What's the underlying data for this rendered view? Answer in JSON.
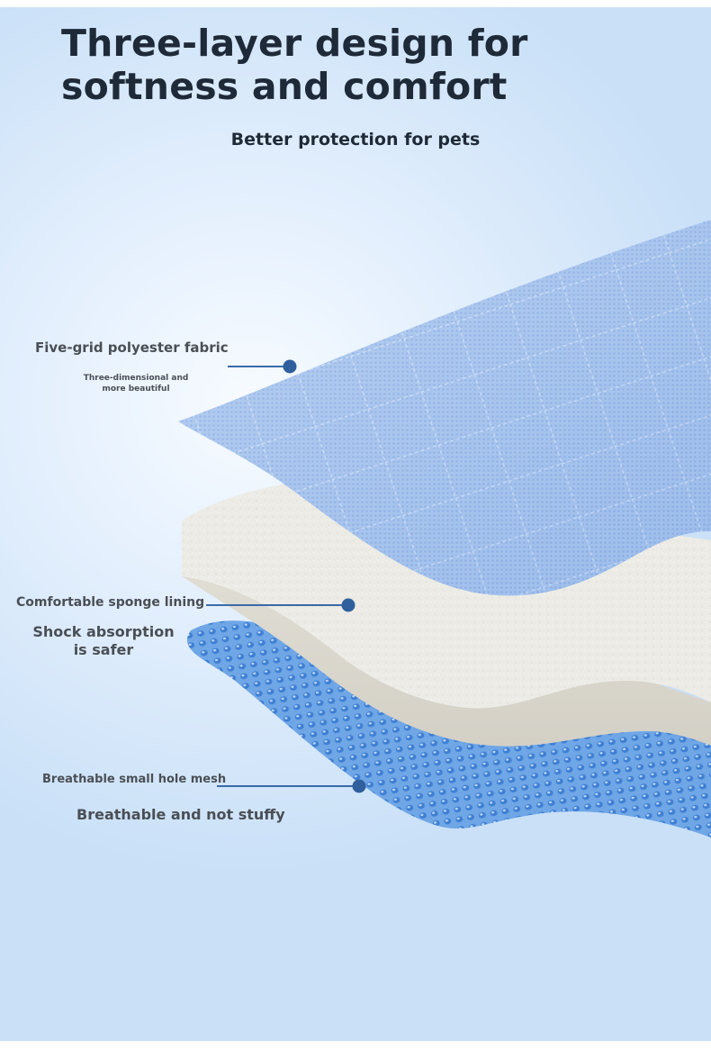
{
  "header": {
    "title": "Three-layer design for softness and comfort",
    "subtitle": "Better protection for pets"
  },
  "layers": [
    {
      "name": "Five-grid polyester fabric",
      "description": "Three-dimensional and more beautiful"
    },
    {
      "name": "Comfortable sponge lining",
      "description": "Shock absorption is safer"
    },
    {
      "name": "Breathable small hole mesh",
      "description": "Breathable and not stuffy"
    }
  ],
  "colors": {
    "title": "#1f2a38",
    "label": "#4a4f55",
    "leader_line": "#3a6aa8",
    "fabric_blue": "#a9c6ef",
    "sponge": "#ece9e2",
    "mesh_blue": "#6ea3e3",
    "background": "#dcebfb"
  }
}
